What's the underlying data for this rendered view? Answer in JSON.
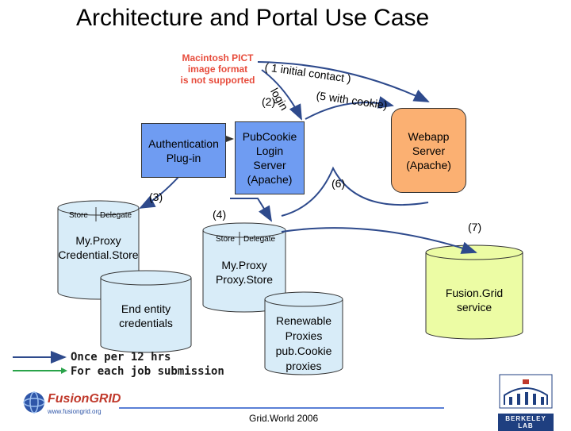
{
  "title": "Architecture and Portal Use Case",
  "pict_notice": [
    "Macintosh PICT",
    "image format",
    "is not supported"
  ],
  "labels": {
    "initial_contact": "( 1 initial contact )",
    "login": "login",
    "step2": "(2)",
    "with_cookie": "(5 with cookie)",
    "step3": "(3)",
    "step4": "(4)",
    "step6": "(6)",
    "step7": "(7)"
  },
  "boxes": {
    "auth_plugin": "Authentication\nPlug-in",
    "pubcookie": "PubCookie\nLogin\nServer\n(Apache)",
    "webapp": "Webapp\nServer\n(Apache)",
    "fusiongrid_service": "Fusion.Grid\nservice"
  },
  "credential_store": {
    "store": "Store",
    "delegate": "Delegate",
    "name": "My.Proxy\nCredential.Store"
  },
  "end_entity": "End entity\ncredentials",
  "proxy_store": {
    "store": "Store",
    "delegate": "Delegate",
    "name": "My.Proxy\nProxy.Store"
  },
  "renewable": "Renewable\nProxies\npub.Cookie\nproxies",
  "legend": {
    "blue": "Once per 12 hrs",
    "green": "For each job submission"
  },
  "footer": "Grid.World 2006",
  "logos": {
    "fusiongrid": "FusionGRID",
    "fusiongrid_url": "www.fusiongrid.org",
    "berkeley": "BERKELEY LAB"
  },
  "colors": {
    "blue_box": "#6f9cf2",
    "orange_box": "#fbb072",
    "green_cyl": "#ecfca4",
    "lightblue_cyl": "#d8ecf8",
    "arrow_blue": "#2e4a8c",
    "arrow_green": "#2aa34a"
  }
}
